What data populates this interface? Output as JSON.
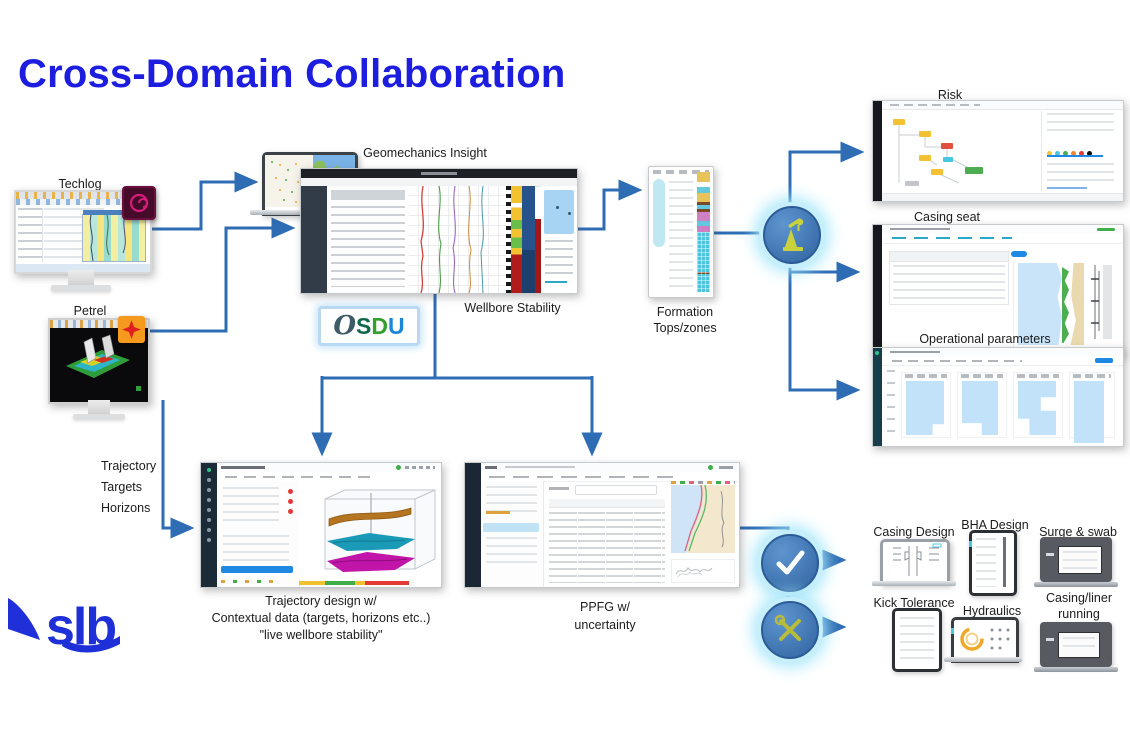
{
  "title": "Cross-Domain Collaboration",
  "brand": {
    "logo_text": "slb"
  },
  "colors": {
    "title_blue": "#1d1de0",
    "arrow_blue": "#2e6cb4",
    "circle_blue": "#3a74b4",
    "glow_cyan": "#a5e7fa",
    "petrel_orange": "#f59a1e",
    "techlog_magenta": "#d81b7a",
    "osdu_green": "#33a02c",
    "osdu_blue": "#1b87d8",
    "slb_blue": "#2030d8"
  },
  "icons": {
    "techlog_icon": "spiral-glyph",
    "petrel_icon": "star-glyph",
    "rig_automation_icon": "derrick-glyph",
    "check_icon": "checkmark-glyph",
    "tools_icon": "wrench-screwdriver-glyph"
  },
  "nodes": {
    "techlog": {
      "label": "Techlog"
    },
    "petrel": {
      "label": "Petrel"
    },
    "geomechanics_insight": {
      "label": "Geomechanics Insight"
    },
    "wellbore_stability": {
      "label": "Wellbore Stability"
    },
    "osdu": {
      "letters": [
        "O",
        "S",
        "D",
        "U"
      ]
    },
    "formation_tops": {
      "label": "Formation Tops/zones"
    },
    "risk": {
      "label": "Risk"
    },
    "casing_seat": {
      "label": "Casing seat"
    },
    "operational_parameters": {
      "label": "Operational parameters"
    },
    "petrel_outputs_note": {
      "lines": [
        "Trajectory",
        "Targets",
        "Horizons"
      ]
    },
    "trajectory_design": {
      "caption_lines": [
        "Trajectory design w/",
        "Contextual data (targets, horizons etc..)",
        "\"live wellbore stability\""
      ]
    },
    "ppfg": {
      "caption_lines": [
        "PPFG w/",
        "uncertainty"
      ]
    }
  },
  "outputs": {
    "row1": [
      {
        "label": "Casing Design"
      },
      {
        "label": "BHA Design"
      },
      {
        "label": "Surge & swab"
      }
    ],
    "row2": [
      {
        "label": "Kick Tolerance"
      },
      {
        "label": "Hydraulics"
      },
      {
        "label": "Casing/liner running"
      }
    ]
  }
}
